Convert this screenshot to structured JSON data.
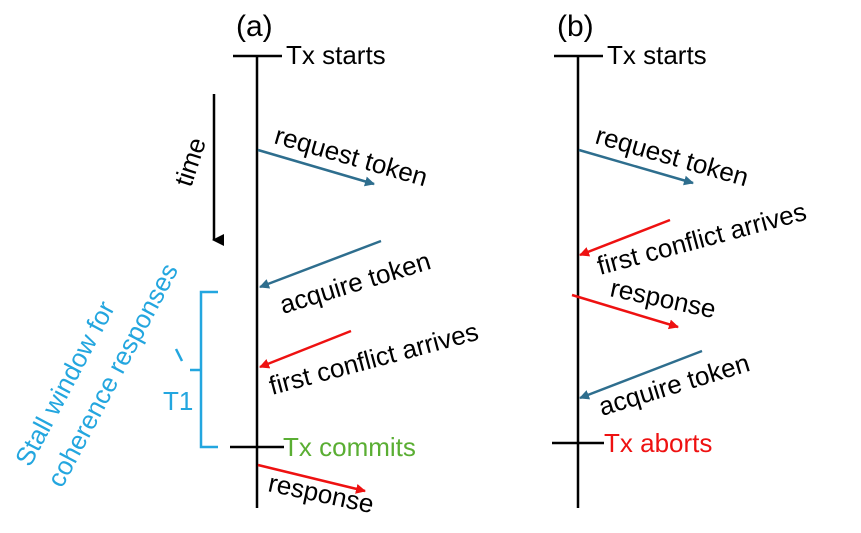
{
  "panels": {
    "a": {
      "label": "(a)",
      "start_label": "Tx starts",
      "end_label": "Tx commits",
      "events": {
        "request": "request token",
        "acquire": "acquire token",
        "conflict": "first conflict arrives",
        "response": "response"
      }
    },
    "b": {
      "label": "(b)",
      "start_label": "Tx starts",
      "end_label": "Tx aborts",
      "events": {
        "request": "request token",
        "conflict": "first conflict arrives",
        "response": "response",
        "acquire": "acquire token"
      }
    }
  },
  "time_label": "time",
  "stall": {
    "line1": "Stall window for",
    "line2": "coherence responses",
    "t1_label": "T1"
  },
  "colors": {
    "token_arrow": "#2E6E8E",
    "conflict_arrow": "#EE1111",
    "commit_text": "#5AAE33",
    "abort_text": "#EE1111",
    "stall_color": "#23A6DF",
    "line": "#000000"
  }
}
